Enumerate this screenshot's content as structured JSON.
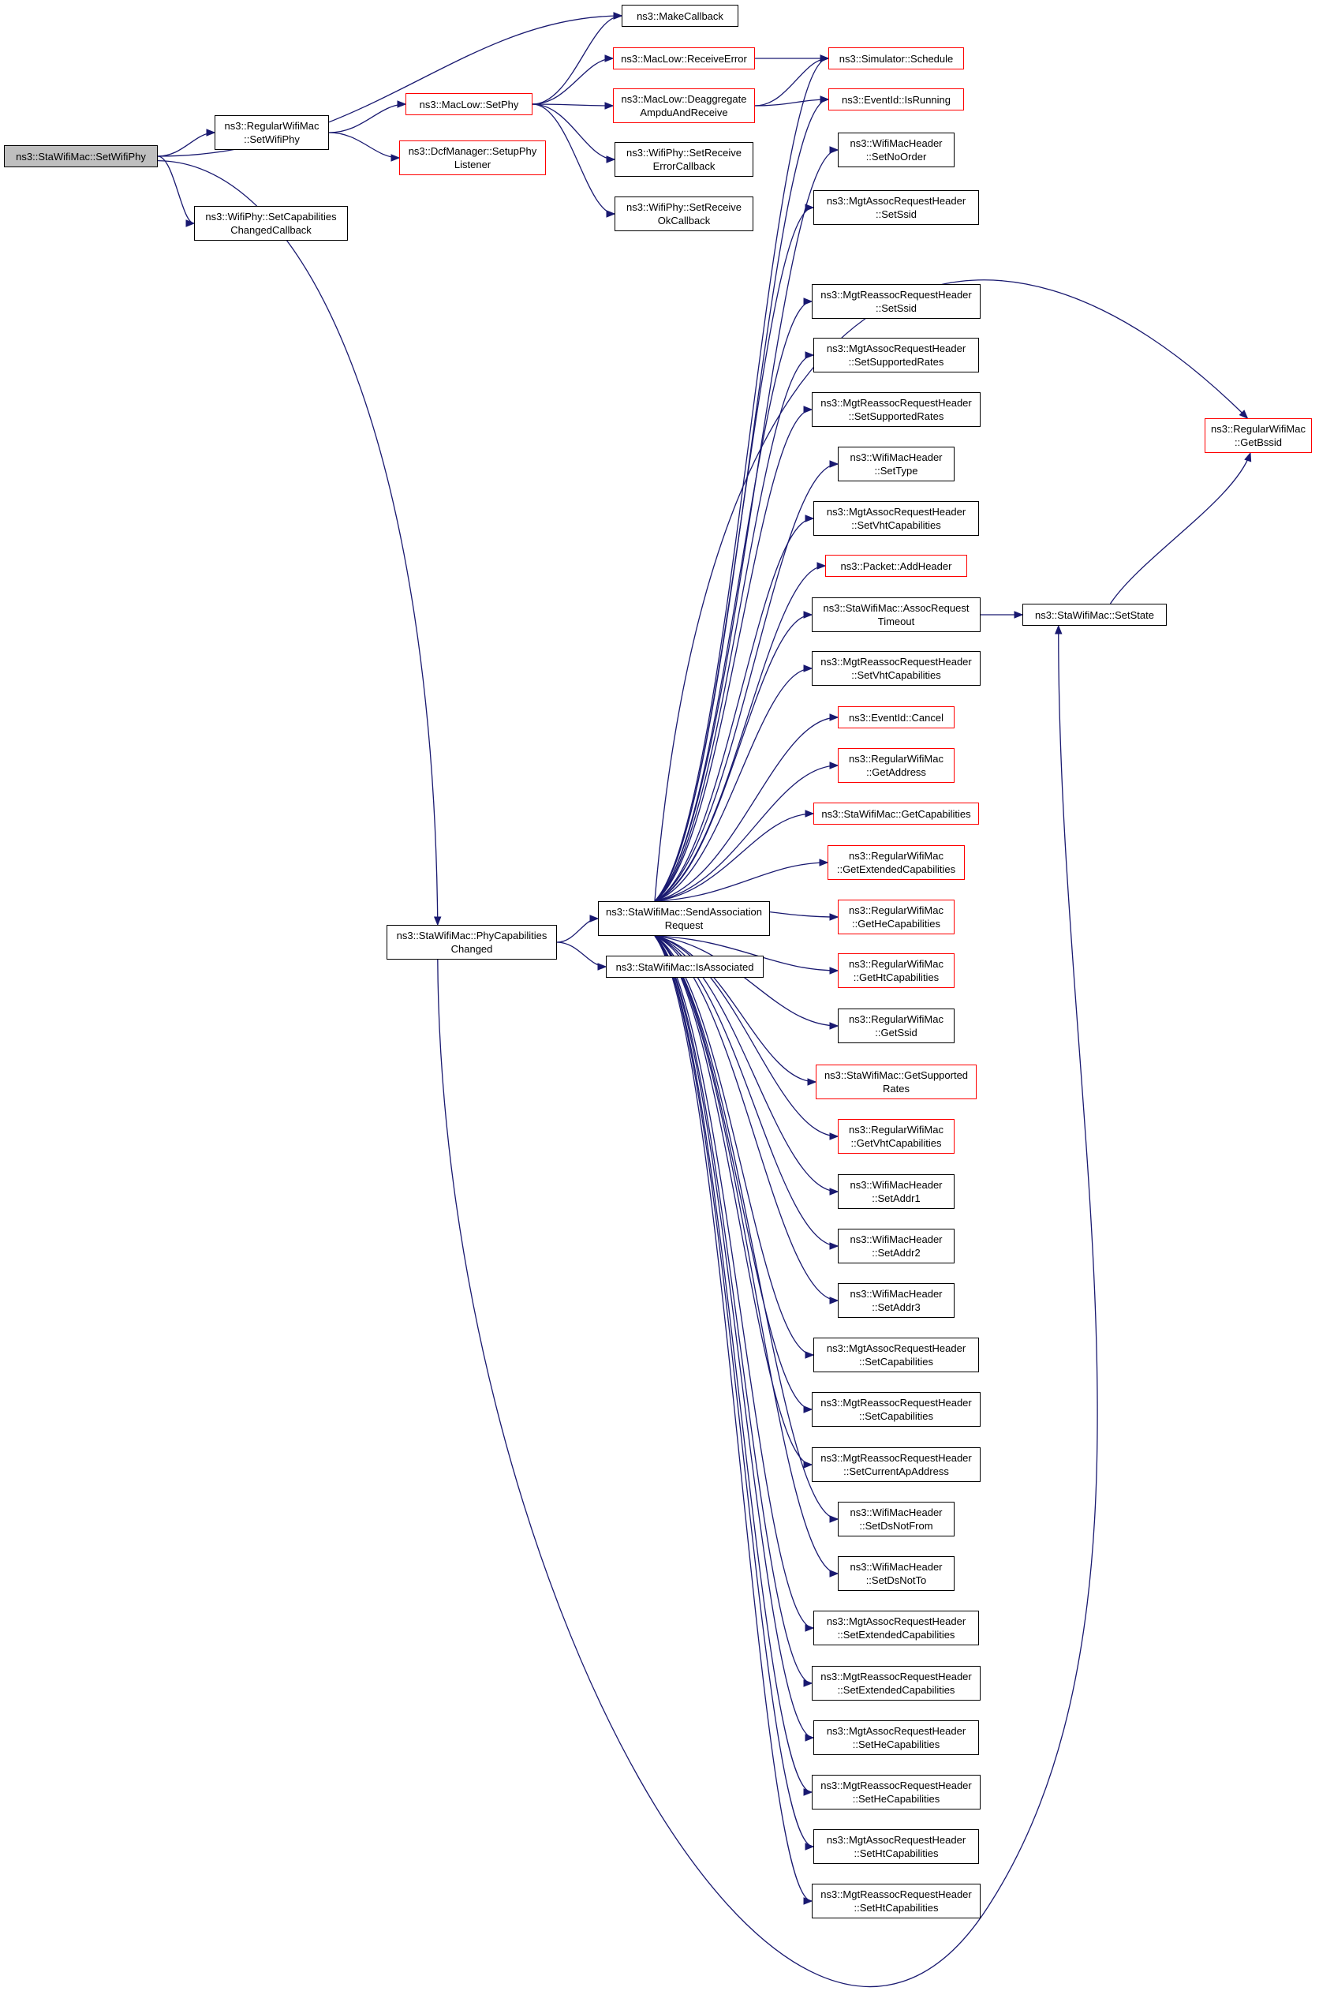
{
  "colors": {
    "edge": "#191970",
    "border_default": "#000000",
    "border_truncated": "#ff0000",
    "root_fill": "#bfbfbf"
  },
  "nodes": [
    {
      "id": "setwifiphy",
      "label": "ns3::StaWifiMac::SetWifiPhy",
      "border": "black",
      "root": true
    },
    {
      "id": "makecallback",
      "label": "ns3::MakeCallback",
      "border": "black"
    },
    {
      "id": "regular_setwifiphy",
      "label": "ns3::RegularWifiMac\n::SetWifiPhy",
      "border": "black"
    },
    {
      "id": "setcapchanged",
      "label": "ns3::WifiPhy::SetCapabilities\nChangedCallback",
      "border": "black"
    },
    {
      "id": "maclow_setphy",
      "label": "ns3::MacLow::SetPhy",
      "border": "red"
    },
    {
      "id": "dcf_setup",
      "label": "ns3::DcfManager::SetupPhy\nListener",
      "border": "red"
    },
    {
      "id": "receiveerror",
      "label": "ns3::MacLow::ReceiveError",
      "border": "red"
    },
    {
      "id": "deaggregate",
      "label": "ns3::MacLow::Deaggregate\nAmpduAndReceive",
      "border": "red"
    },
    {
      "id": "setrecverr",
      "label": "ns3::WifiPhy::SetReceive\nErrorCallback",
      "border": "black"
    },
    {
      "id": "setrecvok",
      "label": "ns3::WifiPhy::SetReceive\nOkCallback",
      "border": "black"
    },
    {
      "id": "schedule",
      "label": "ns3::Simulator::Schedule",
      "border": "red"
    },
    {
      "id": "isrunning",
      "label": "ns3::EventId::IsRunning",
      "border": "red"
    },
    {
      "id": "setnoorder",
      "label": "ns3::WifiMacHeader\n::SetNoOrder",
      "border": "black"
    },
    {
      "id": "assoc_ssid",
      "label": "ns3::MgtAssocRequestHeader\n::SetSsid",
      "border": "black"
    },
    {
      "id": "reassoc_ssid",
      "label": "ns3::MgtReassocRequestHeader\n::SetSsid",
      "border": "black"
    },
    {
      "id": "assoc_rates",
      "label": "ns3::MgtAssocRequestHeader\n::SetSupportedRates",
      "border": "black"
    },
    {
      "id": "reassoc_rates",
      "label": "ns3::MgtReassocRequestHeader\n::SetSupportedRates",
      "border": "black"
    },
    {
      "id": "settype",
      "label": "ns3::WifiMacHeader\n::SetType",
      "border": "black"
    },
    {
      "id": "assoc_vht",
      "label": "ns3::MgtAssocRequestHeader\n::SetVhtCapabilities",
      "border": "black"
    },
    {
      "id": "addheader",
      "label": "ns3::Packet::AddHeader",
      "border": "red"
    },
    {
      "id": "assoctimeout",
      "label": "ns3::StaWifiMac::AssocRequest\nTimeout",
      "border": "black"
    },
    {
      "id": "reassoc_vht",
      "label": "ns3::MgtReassocRequestHeader\n::SetVhtCapabilities",
      "border": "black"
    },
    {
      "id": "cancel",
      "label": "ns3::EventId::Cancel",
      "border": "red"
    },
    {
      "id": "getaddress",
      "label": "ns3::RegularWifiMac\n::GetAddress",
      "border": "red"
    },
    {
      "id": "getcaps",
      "label": "ns3::StaWifiMac::GetCapabilities",
      "border": "red"
    },
    {
      "id": "getextcaps",
      "label": "ns3::RegularWifiMac\n::GetExtendedCapabilities",
      "border": "red"
    },
    {
      "id": "gethecaps",
      "label": "ns3::RegularWifiMac\n::GetHeCapabilities",
      "border": "red"
    },
    {
      "id": "gethtcaps",
      "label": "ns3::RegularWifiMac\n::GetHtCapabilities",
      "border": "red"
    },
    {
      "id": "getssid",
      "label": "ns3::RegularWifiMac\n::GetSsid",
      "border": "black"
    },
    {
      "id": "getsuprates",
      "label": "ns3::StaWifiMac::GetSupported\nRates",
      "border": "red"
    },
    {
      "id": "getvhtcaps",
      "label": "ns3::RegularWifiMac\n::GetVhtCapabilities",
      "border": "red"
    },
    {
      "id": "setaddr1",
      "label": "ns3::WifiMacHeader\n::SetAddr1",
      "border": "black"
    },
    {
      "id": "setaddr2",
      "label": "ns3::WifiMacHeader\n::SetAddr2",
      "border": "black"
    },
    {
      "id": "setaddr3",
      "label": "ns3::WifiMacHeader\n::SetAddr3",
      "border": "black"
    },
    {
      "id": "assoc_caps",
      "label": "ns3::MgtAssocRequestHeader\n::SetCapabilities",
      "border": "black"
    },
    {
      "id": "reassoc_caps",
      "label": "ns3::MgtReassocRequestHeader\n::SetCapabilities",
      "border": "black"
    },
    {
      "id": "reassoc_curap",
      "label": "ns3::MgtReassocRequestHeader\n::SetCurrentApAddress",
      "border": "black"
    },
    {
      "id": "setdsnotfrom",
      "label": "ns3::WifiMacHeader\n::SetDsNotFrom",
      "border": "black"
    },
    {
      "id": "setdsnotto",
      "label": "ns3::WifiMacHeader\n::SetDsNotTo",
      "border": "black"
    },
    {
      "id": "assoc_ext",
      "label": "ns3::MgtAssocRequestHeader\n::SetExtendedCapabilities",
      "border": "black"
    },
    {
      "id": "reassoc_ext",
      "label": "ns3::MgtReassocRequestHeader\n::SetExtendedCapabilities",
      "border": "black"
    },
    {
      "id": "assoc_he",
      "label": "ns3::MgtAssocRequestHeader\n::SetHeCapabilities",
      "border": "black"
    },
    {
      "id": "reassoc_he",
      "label": "ns3::MgtReassocRequestHeader\n::SetHeCapabilities",
      "border": "black"
    },
    {
      "id": "assoc_ht",
      "label": "ns3::MgtAssocRequestHeader\n::SetHtCapabilities",
      "border": "black"
    },
    {
      "id": "reassoc_ht",
      "label": "ns3::MgtReassocRequestHeader\n::SetHtCapabilities",
      "border": "black"
    },
    {
      "id": "phycapchanged",
      "label": "ns3::StaWifiMac::PhyCapabilities\nChanged",
      "border": "black"
    },
    {
      "id": "sendassoc",
      "label": "ns3::StaWifiMac::SendAssociation\nRequest",
      "border": "black"
    },
    {
      "id": "isassociated",
      "label": "ns3::StaWifiMac::IsAssociated",
      "border": "black"
    },
    {
      "id": "setstate",
      "label": "ns3::StaWifiMac::SetState",
      "border": "black"
    },
    {
      "id": "getbssid",
      "label": "ns3::RegularWifiMac\n::GetBssid",
      "border": "red"
    }
  ],
  "edges": [
    [
      "setwifiphy",
      "makecallback"
    ],
    [
      "setwifiphy",
      "regular_setwifiphy"
    ],
    [
      "setwifiphy",
      "setcapchanged"
    ],
    [
      "setwifiphy",
      "phycapchanged"
    ],
    [
      "regular_setwifiphy",
      "maclow_setphy"
    ],
    [
      "regular_setwifiphy",
      "dcf_setup"
    ],
    [
      "maclow_setphy",
      "makecallback"
    ],
    [
      "maclow_setphy",
      "receiveerror"
    ],
    [
      "maclow_setphy",
      "deaggregate"
    ],
    [
      "maclow_setphy",
      "setrecverr"
    ],
    [
      "maclow_setphy",
      "setrecvok"
    ],
    [
      "receiveerror",
      "schedule"
    ],
    [
      "deaggregate",
      "schedule"
    ],
    [
      "deaggregate",
      "isrunning"
    ],
    [
      "phycapchanged",
      "sendassoc"
    ],
    [
      "phycapchanged",
      "isassociated"
    ],
    [
      "phycapchanged",
      "setstate"
    ],
    [
      "sendassoc",
      "schedule"
    ],
    [
      "sendassoc",
      "isrunning"
    ],
    [
      "sendassoc",
      "setnoorder"
    ],
    [
      "sendassoc",
      "assoc_ssid"
    ],
    [
      "sendassoc",
      "getbssid"
    ],
    [
      "sendassoc",
      "reassoc_ssid"
    ],
    [
      "sendassoc",
      "assoc_rates"
    ],
    [
      "sendassoc",
      "reassoc_rates"
    ],
    [
      "sendassoc",
      "settype"
    ],
    [
      "sendassoc",
      "assoc_vht"
    ],
    [
      "sendassoc",
      "addheader"
    ],
    [
      "sendassoc",
      "assoctimeout"
    ],
    [
      "sendassoc",
      "reassoc_vht"
    ],
    [
      "sendassoc",
      "cancel"
    ],
    [
      "sendassoc",
      "getaddress"
    ],
    [
      "sendassoc",
      "getcaps"
    ],
    [
      "sendassoc",
      "getextcaps"
    ],
    [
      "sendassoc",
      "gethecaps"
    ],
    [
      "sendassoc",
      "gethtcaps"
    ],
    [
      "sendassoc",
      "getssid"
    ],
    [
      "sendassoc",
      "getsuprates"
    ],
    [
      "sendassoc",
      "getvhtcaps"
    ],
    [
      "sendassoc",
      "setaddr1"
    ],
    [
      "sendassoc",
      "setaddr2"
    ],
    [
      "sendassoc",
      "setaddr3"
    ],
    [
      "sendassoc",
      "assoc_caps"
    ],
    [
      "sendassoc",
      "reassoc_caps"
    ],
    [
      "sendassoc",
      "reassoc_curap"
    ],
    [
      "sendassoc",
      "setdsnotfrom"
    ],
    [
      "sendassoc",
      "setdsnotto"
    ],
    [
      "sendassoc",
      "assoc_ext"
    ],
    [
      "sendassoc",
      "reassoc_ext"
    ],
    [
      "sendassoc",
      "assoc_he"
    ],
    [
      "sendassoc",
      "reassoc_he"
    ],
    [
      "sendassoc",
      "assoc_ht"
    ],
    [
      "sendassoc",
      "reassoc_ht"
    ],
    [
      "assoctimeout",
      "setstate"
    ],
    [
      "setstate",
      "getbssid"
    ]
  ]
}
